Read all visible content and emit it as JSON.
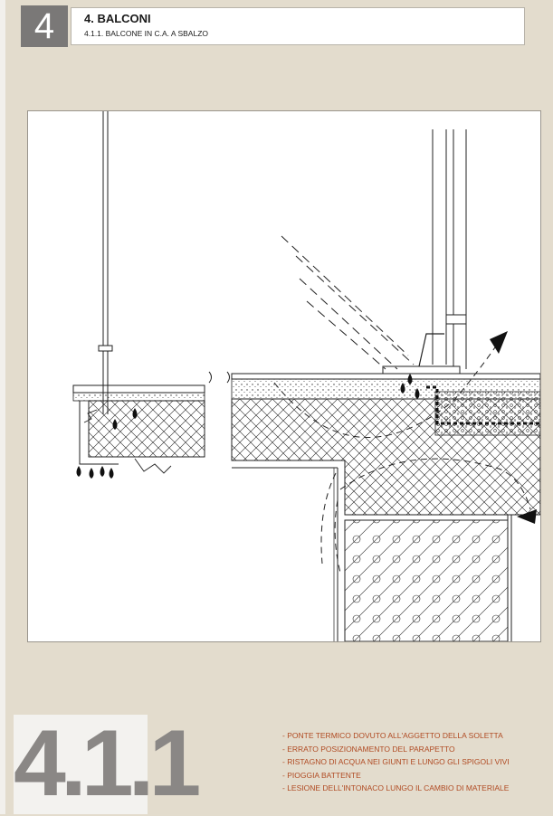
{
  "header": {
    "number": "4",
    "title": "4. BALCONI",
    "subtitle": "4.1.1. BALCONE IN C.A. A SBALZO"
  },
  "drawing": {
    "icons": [
      "balcony-cross-section-drawing",
      "water-drop-icon",
      "airflow-arrow-icon"
    ]
  },
  "code": "4.1.1",
  "causes": [
    "PONTE TERMICO DOVUTO ALL'AGGETTO DELLA SOLETTA",
    "ERRATO POSIZIONAMENTO DEL PARAPETTO",
    "RISTAGNO DI ACQUA NEI GIUNTI E LUNGO GLI SPIGOLI VIVI",
    "PIOGGIA BATTENTE",
    "LESIONE DELL'INTONACO LUNGO IL CAMBIO DI MATERIALE"
  ],
  "colors": {
    "page_background": "#e3dccd",
    "header_number_background": "#7a7877",
    "cause_text": "#b04a22",
    "code_text": "#8a8785"
  }
}
